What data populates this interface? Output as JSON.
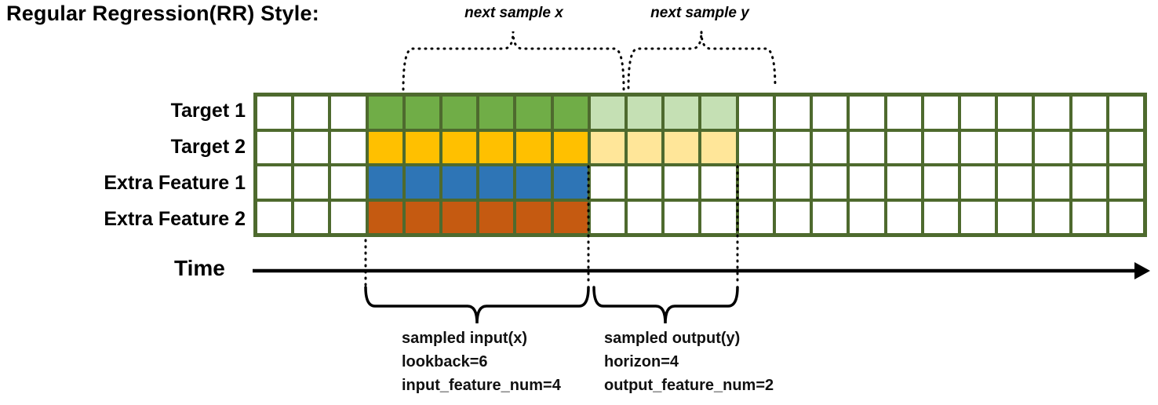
{
  "title": "Regular Regression(RR) Style:",
  "colors": {
    "grid_border": "#4e6a2e",
    "target1_input": "#70ad47",
    "target1_output": "#c5e0b4",
    "target2_input": "#ffc000",
    "target2_output": "#ffe699",
    "extra1_input": "#2e75b6",
    "extra2_input": "#c55a11",
    "line": "#000000"
  },
  "grid": {
    "columns": 24,
    "input_start": 3,
    "input_length": 6,
    "output_length": 4,
    "rows": [
      {
        "label": "Target 1",
        "input_color": "#70ad47",
        "output_color": "#c5e0b4"
      },
      {
        "label": "Target 2",
        "input_color": "#ffc000",
        "output_color": "#ffe699"
      },
      {
        "label": "Extra Feature 1",
        "input_color": "#2e75b6",
        "output_color": null
      },
      {
        "label": "Extra Feature 2",
        "input_color": "#c55a11",
        "output_color": null
      }
    ]
  },
  "annotations": {
    "next_sample_x": "next sample x",
    "next_sample_y": "next sample y",
    "time_label": "Time",
    "input_block": [
      "sampled input(x)",
      "lookback=6",
      "input_feature_num=4"
    ],
    "output_block": [
      "sampled output(y)",
      "horizon=4",
      "output_feature_num=2"
    ]
  }
}
